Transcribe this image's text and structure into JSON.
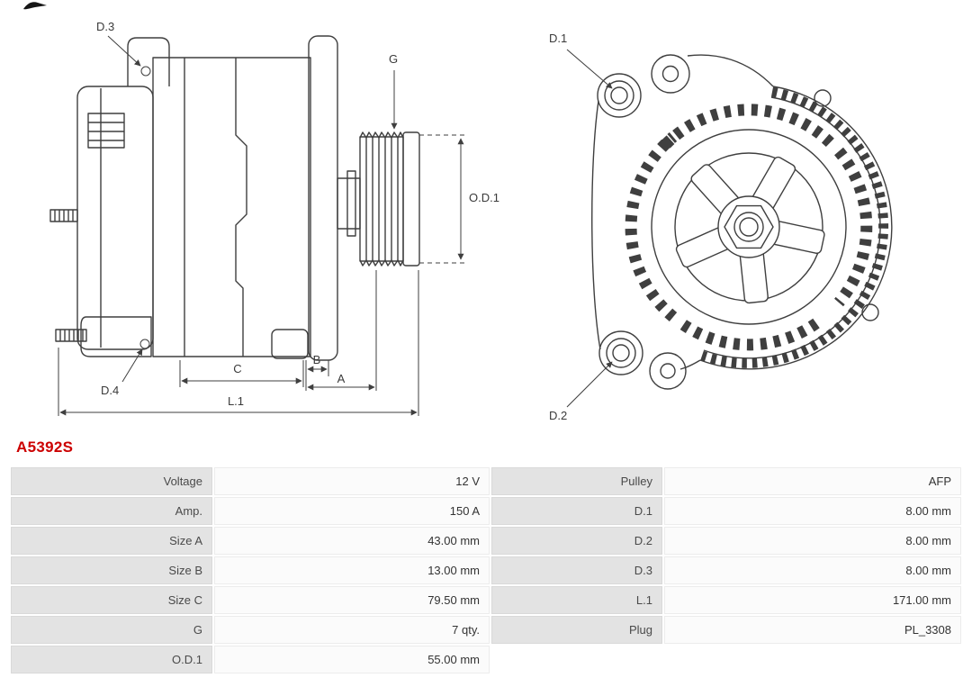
{
  "part_number": "A5392S",
  "colors": {
    "part_number_red": "#cc0000",
    "table_label_bg": "#e3e3e3",
    "table_value_bg": "#fbfbfb",
    "drawing_line": "#3f3f3f"
  },
  "diagram": {
    "side_view_labels": {
      "d3": "D.3",
      "d4": "D.4",
      "g": "G",
      "od1": "O.D.1",
      "a": "A",
      "b": "B",
      "c": "C",
      "l1": "L.1"
    },
    "front_view_labels": {
      "d1": "D.1",
      "d2": "D.2"
    }
  },
  "table": {
    "rows": [
      {
        "left_label": "Voltage",
        "left_value": "12 V",
        "right_label": "Pulley",
        "right_value": "AFP"
      },
      {
        "left_label": "Amp.",
        "left_value": "150 A",
        "right_label": "D.1",
        "right_value": "8.00 mm"
      },
      {
        "left_label": "Size A",
        "left_value": "43.00 mm",
        "right_label": "D.2",
        "right_value": "8.00 mm"
      },
      {
        "left_label": "Size B",
        "left_value": "13.00 mm",
        "right_label": "D.3",
        "right_value": "8.00 mm"
      },
      {
        "left_label": "Size C",
        "left_value": "79.50 mm",
        "right_label": "L.1",
        "right_value": "171.00 mm"
      },
      {
        "left_label": "G",
        "left_value": "7 qty.",
        "right_label": "Plug",
        "right_value": "PL_3308"
      },
      {
        "left_label": "O.D.1",
        "left_value": "55.00 mm",
        "right_label": "",
        "right_value": ""
      }
    ]
  }
}
